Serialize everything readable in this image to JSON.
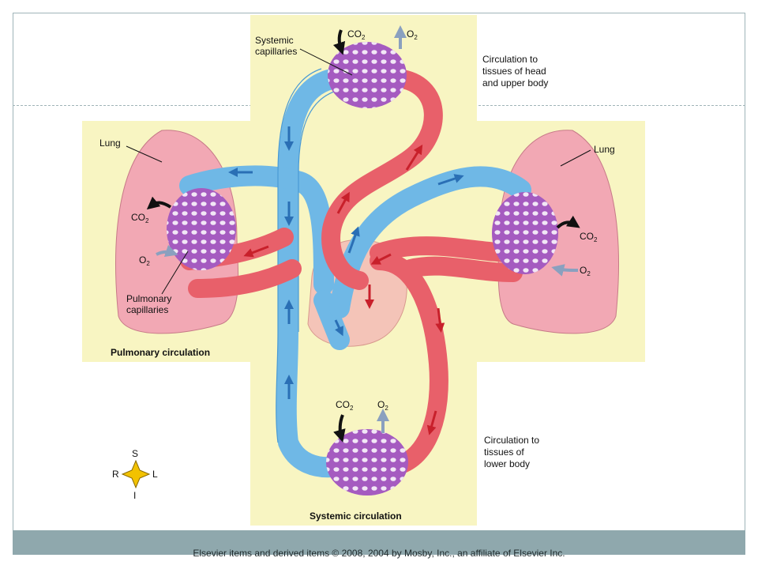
{
  "labels": {
    "systemic_capillaries": [
      "Systemic",
      "capillaries"
    ],
    "head": [
      "Circulation to",
      "tissues of head",
      "and upper body"
    ],
    "lung_left": "Lung",
    "lung_right": "Lung",
    "co2": "CO",
    "o2": "O",
    "sub2": "2",
    "pulmonary_capillaries": [
      "Pulmonary",
      "capillaries"
    ],
    "pulmonary_circulation": "Pulmonary circulation",
    "lower": [
      "Circulation to",
      "tissues of",
      "lower body"
    ],
    "systemic_circulation": "Systemic circulation"
  },
  "compass": {
    "s": "S",
    "i": "I",
    "r": "R",
    "l": "L"
  },
  "footer": "Elsevier items and derived items © 2008, 2004 by Mosby, Inc., an affiliate of Elsevier Inc.",
  "colors": {
    "panel": "#f8f5c2",
    "venous": "#6fb8e6",
    "arterial": "#e8606a",
    "capillary": "#a55bc0",
    "lung": "#f2a8b4",
    "footer_bar": "#8fa8ad"
  }
}
